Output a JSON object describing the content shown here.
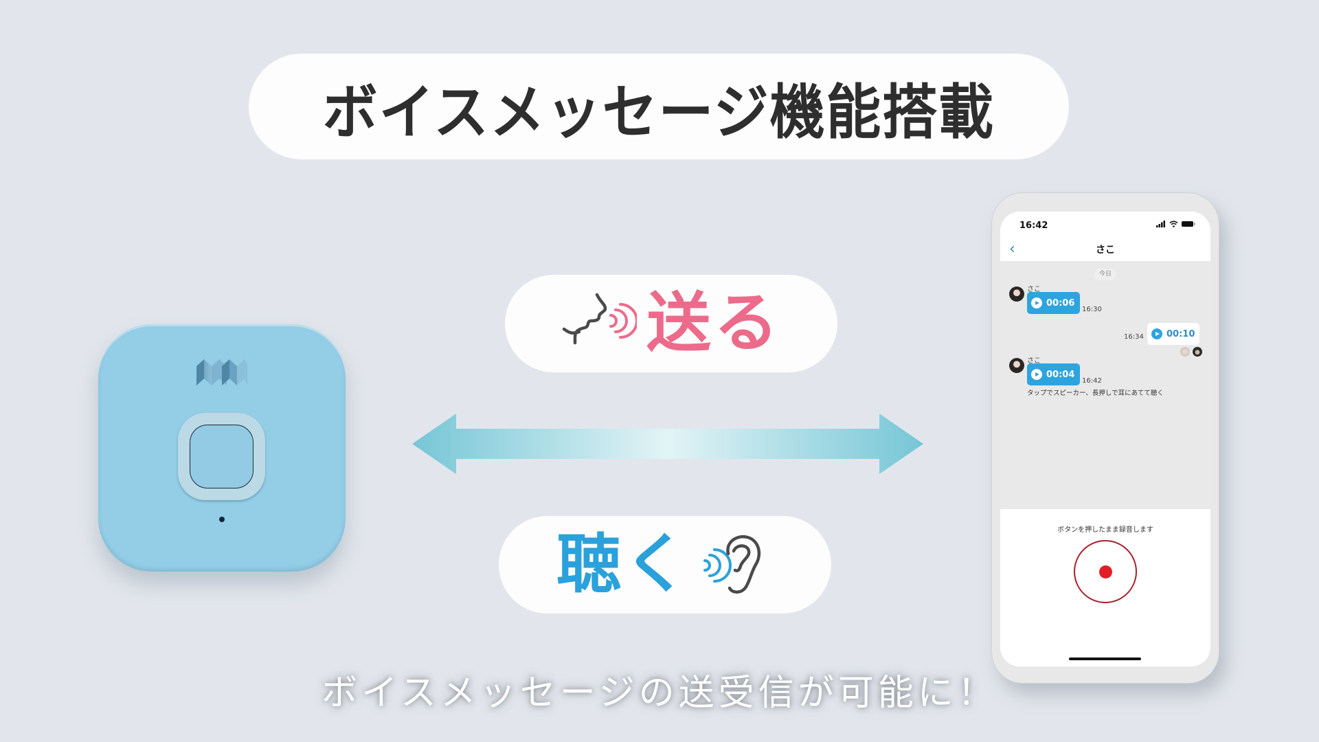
{
  "title": "ボイスメッセージ機能搭載",
  "send": {
    "label": "送る",
    "icon": "speaking-face-icon",
    "color": "#ec6b8b"
  },
  "listen": {
    "label": "聴く",
    "icon": "ear-icon",
    "color": "#2ba1dc"
  },
  "arrow": {
    "icon": "double-arrow-icon",
    "color": "#7fcbd8"
  },
  "device": {
    "color": "#93cde6",
    "logo": "m-logo-icon"
  },
  "caption": "ボイスメッセージの送受信が可能に！",
  "phone": {
    "status_time": "16:42",
    "chat_title": "さこ",
    "date_label": "今日",
    "messages": [
      {
        "direction": "in",
        "sender": "さこ",
        "duration": "00:06",
        "time": "16:30"
      },
      {
        "direction": "out",
        "duration": "00:10",
        "time": "16:34"
      },
      {
        "direction": "in",
        "sender": "さこ",
        "duration": "00:04",
        "time": "16:42",
        "hint": "タップでスピーカー、長押しで耳にあてて聴く"
      }
    ],
    "record_label": "ボタンを押したまま録音します",
    "accent": "#2ea4df",
    "record_color": "#e21f26"
  }
}
